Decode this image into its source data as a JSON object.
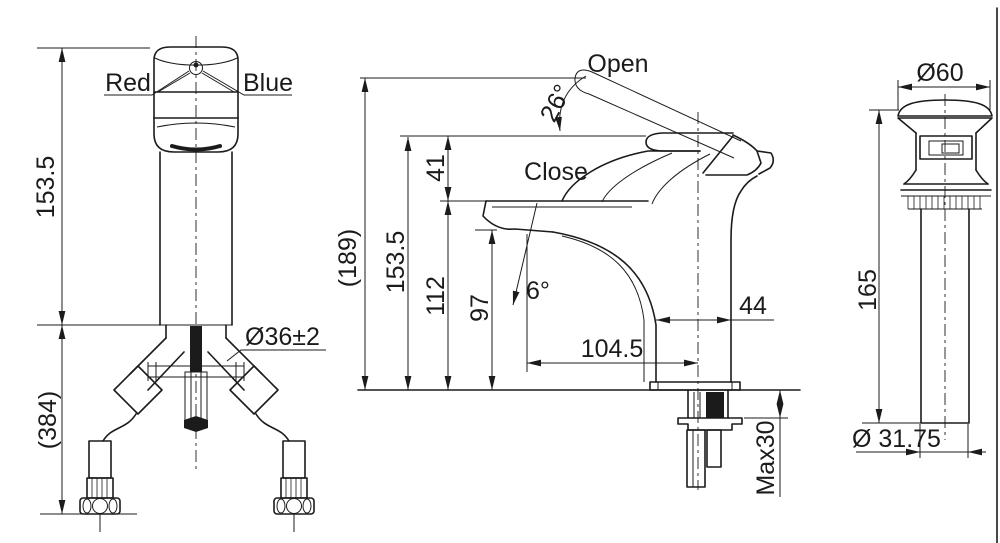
{
  "drawing": {
    "front_view": {
      "label_red": "Red",
      "label_blue": "Blue",
      "dim_body_height": "153.5",
      "dim_overall_height": "(384)",
      "dim_base_diameter": "Ø36±2"
    },
    "side_view": {
      "label_open": "Open",
      "dim_open_angle": "26°",
      "label_close": "Close",
      "dim_overall_height": "(189)",
      "dim_height_to_lever": "153.5",
      "dim_lever_travel": "41",
      "dim_height_to_spout_top": "112",
      "dim_spout_outlet_height": "97",
      "dim_outlet_angle": "6°",
      "dim_spout_reach": "104.5",
      "dim_body_depth": "44",
      "dim_max_deck_thickness": "Max30"
    },
    "drain_view": {
      "dim_cap_diameter": "Ø60",
      "dim_body_length": "165",
      "dim_tail_diameter": "Ø 31.75"
    }
  },
  "colors": {
    "line": "#1b1b1b",
    "background": "#ffffff"
  }
}
